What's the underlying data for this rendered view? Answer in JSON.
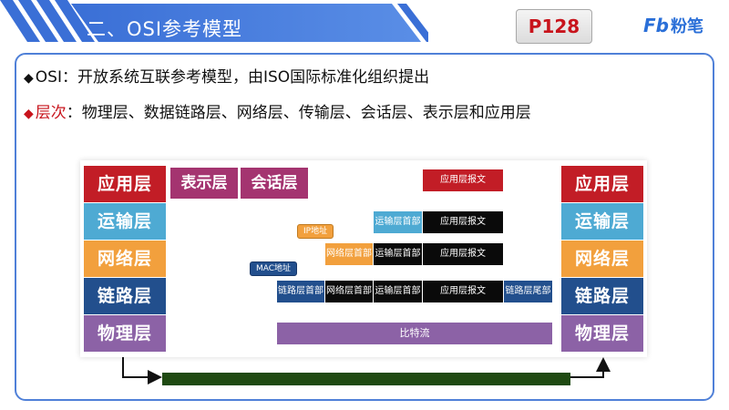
{
  "header": {
    "title": "二、OSI参考模型",
    "page_badge": "P128",
    "logo_mark": "Fb",
    "logo_text": "粉笔"
  },
  "bullets": {
    "line1_marker": "◆",
    "line1_text": "OSI：开放系统互联参考模型，由ISO国际标准化组织提出",
    "line2_marker": "◆",
    "line2_label": "层次",
    "line2_text": "：物理层、数据链路层、网络层、传输层、会话层、表示层和应用层"
  },
  "diagram": {
    "left_layers": [
      "应用层",
      "运输层",
      "网络层",
      "链路层",
      "物理层"
    ],
    "right_layers": [
      "应用层",
      "运输层",
      "网络层",
      "链路层",
      "物理层"
    ],
    "side_layers": [
      "表示层",
      "会话层"
    ],
    "row_app": {
      "data": "应用层报文"
    },
    "row_transport": {
      "header": "运输层首部",
      "data": "应用层报文"
    },
    "row_network": {
      "net_header": "网络层首部",
      "tr_header": "运输层首部",
      "data": "应用层报文"
    },
    "row_link": {
      "link_header": "链路层首部",
      "net_header": "网络层首部",
      "tr_header": "运输层首部",
      "data": "应用层报文",
      "trailer": "链路层尾部"
    },
    "bitstream": "比特流",
    "tag_ip": "IP地址",
    "tag_mac": "MAC地址"
  },
  "colors": {
    "application": "#c21d26",
    "transport": "#4eaad3",
    "network": "#f2a03d",
    "link": "#224f8d",
    "physical": "#8c62a6",
    "session_presentation": "#a43470",
    "header_band": "#3a6fd6",
    "frame_border": "#4f80d8",
    "accent_red": "#c8141c"
  }
}
